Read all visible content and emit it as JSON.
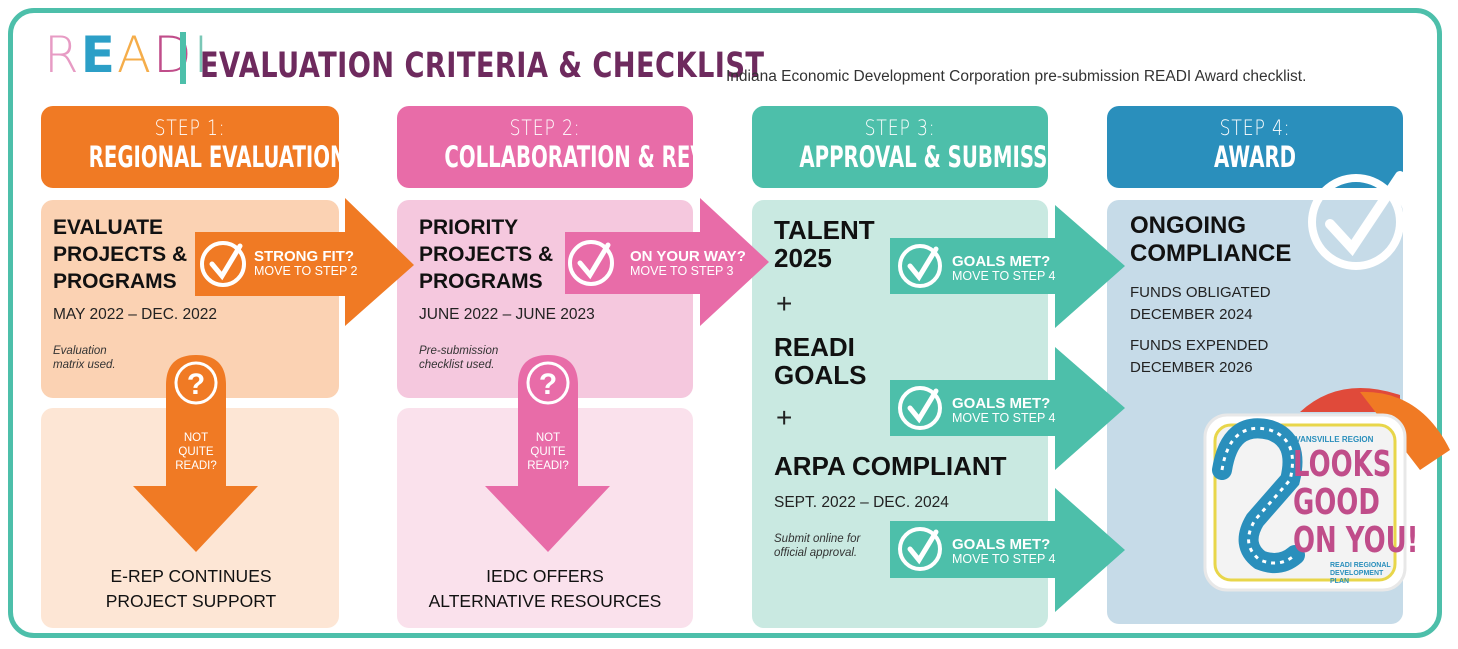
{
  "header": {
    "logo_letters": [
      "R",
      "E",
      "A",
      "D",
      "I"
    ],
    "logo_colors": [
      "#e79bc4",
      "#2c9fc7",
      "#f5ad4a",
      "#c04d8a",
      "#7ac7b6"
    ],
    "title": "EVALUATION CRITERIA & CHECKLIST",
    "subtitle": "Indiana Economic Development Corporation pre-submission READI Award checklist."
  },
  "colors": {
    "step1": "#f07a24",
    "step1_light": "#fbd2b3",
    "step1_lighter": "#fde6d5",
    "step2": "#e86ca8",
    "step2_light": "#f5c8de",
    "step2_lighter": "#fae1ec",
    "step3": "#4dbfaa",
    "step3_light": "#c9e9e1",
    "step4": "#2a8fbc",
    "step4_light": "#c6dbe8",
    "frame": "#4dbfaa"
  },
  "steps": [
    {
      "label": "STEP 1:",
      "name": "REGIONAL EVALUATION"
    },
    {
      "label": "STEP 2:",
      "name": "COLLABORATION & REVIEW"
    },
    {
      "label": "STEP 3:",
      "name": "APPROVAL & SUBMISSION"
    },
    {
      "label": "STEP 4:",
      "name": "AWARD"
    }
  ],
  "step1": {
    "heading": [
      "EVALUATE",
      "PROJECTS &",
      "PROGRAMS"
    ],
    "date": "MAY 2022 – DEC. 2022",
    "note": [
      "Evaluation",
      "matrix used."
    ],
    "arrow_title": "STRONG FIT?",
    "arrow_sub": "MOVE TO STEP 2",
    "down_label": [
      "NOT",
      "QUITE",
      "READI?"
    ],
    "outcome": [
      "E-REP CONTINUES",
      "PROJECT SUPPORT"
    ]
  },
  "step2": {
    "heading": [
      "PRIORITY",
      "PROJECTS &",
      "PROGRAMS"
    ],
    "date": "JUNE 2022 – JUNE 2023",
    "note": [
      "Pre-submission",
      "checklist used."
    ],
    "arrow_title": "ON YOUR WAY?",
    "arrow_sub": "MOVE TO STEP 3",
    "down_label": [
      "NOT",
      "QUITE",
      "READI?"
    ],
    "outcome": [
      "IEDC OFFERS",
      "ALTERNATIVE RESOURCES"
    ]
  },
  "step3": {
    "items": [
      [
        "TALENT",
        "2025"
      ],
      [
        "READI",
        "GOALS"
      ],
      [
        "ARPA COMPLIANT"
      ]
    ],
    "plus": "+",
    "date": "SEPT. 2022 – DEC. 2024",
    "note": [
      "Submit online for",
      "official approval."
    ],
    "arrows": [
      {
        "title": "GOALS MET?",
        "sub": "MOVE TO STEP 4"
      },
      {
        "title": "GOALS MET?",
        "sub": "MOVE TO STEP 4"
      },
      {
        "title": "GOALS MET?",
        "sub": "MOVE TO STEP 4"
      }
    ]
  },
  "step4": {
    "heading": [
      "ONGOING",
      "COMPLIANCE"
    ],
    "fact1": [
      "FUNDS OBLIGATED",
      "DECEMBER 2024"
    ],
    "fact2": [
      "FUNDS EXPENDED",
      "DECEMBER 2026"
    ],
    "badge": {
      "top": "EVANSVILLE REGION",
      "main": [
        "LOOKS",
        "GOOD",
        "ON YOU!"
      ],
      "bottom": [
        "READI REGIONAL",
        "DEVELOPMENT",
        "PLAN"
      ]
    }
  }
}
